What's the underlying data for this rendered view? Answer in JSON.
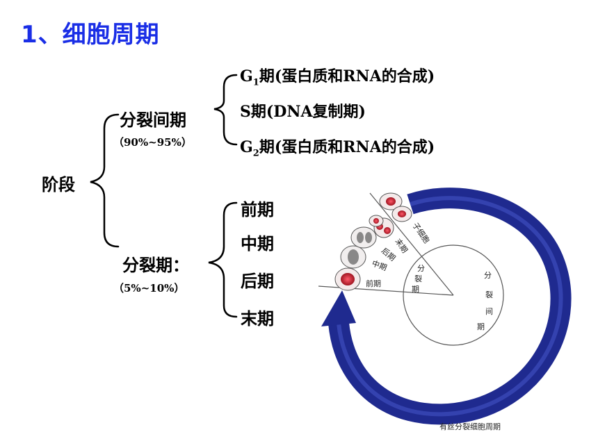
{
  "title": "1、细胞周期",
  "root_label": "阶段",
  "interphase": {
    "label": "分裂间期",
    "percent": "（90%~95%）",
    "g1": {
      "prefix": "G",
      "sub": "1",
      "rest": "期(蛋白质和RNA的合成)"
    },
    "s": "S期(DNA复制期)",
    "g2": {
      "prefix": "G",
      "sub": "2",
      "rest": "期(蛋白质和RNA的合成)"
    }
  },
  "mitosis": {
    "label": "分裂期：",
    "percent": "（5%~10%）",
    "phases": [
      "前期",
      "中期",
      "后期",
      "末期"
    ]
  },
  "diagram": {
    "caption": "有丝分裂细胞周期",
    "left_labels": [
      "子细胞",
      "末期",
      "后期",
      "中期",
      "前期"
    ],
    "inner_mitosis": [
      "分",
      "裂",
      "期"
    ],
    "inner_interphase": [
      "分",
      "裂",
      "间",
      "期"
    ],
    "colors": {
      "arrow": "#1f2a8f",
      "cell": "#c8232f",
      "text": "#222222",
      "title": "#1a2ee6"
    }
  }
}
